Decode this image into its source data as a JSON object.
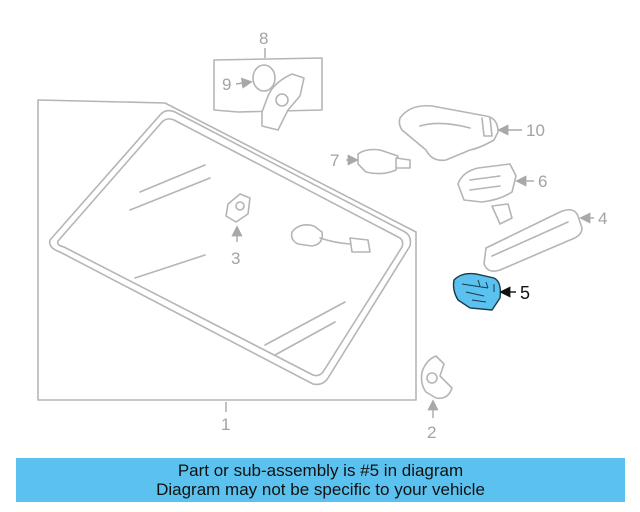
{
  "callouts": {
    "c1": "1",
    "c2": "2",
    "c3": "3",
    "c4": "4",
    "c5": "5",
    "c6": "6",
    "c7": "7",
    "c8": "8",
    "c9": "9",
    "c10": "10"
  },
  "highlighted_part": "5",
  "highlight_color": "#5bc2f0",
  "banner": {
    "line1": "Part or sub-assembly is #5 in diagram",
    "line2": "Diagram may not be specific to your vehicle",
    "color": "#5bc2f0"
  }
}
